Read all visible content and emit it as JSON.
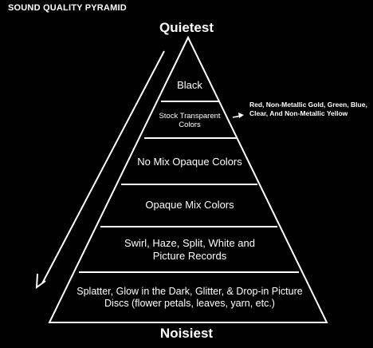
{
  "title": "SOUND QUALITY PYRAMID",
  "top_label": "Quietest",
  "bottom_label": "Noisiest",
  "tiers": [
    {
      "label": "Black"
    },
    {
      "label": "Stock Transparent Colors"
    },
    {
      "label": "No Mix Opaque Colors"
    },
    {
      "label": "Opaque Mix Colors"
    },
    {
      "label": "Swirl, Haze, Split, White and Picture Records"
    },
    {
      "label": "Splatter, Glow in the Dark, Glitter, & Drop-in Picture Discs (flower petals, leaves, yarn, etc.)"
    }
  ],
  "annotation": "Red, Non-Metallic Gold, Green, Blue, Clear, And Non-Metallic Yellow",
  "colors": {
    "background": "#000000",
    "stroke": "#ffffff",
    "text": "#ffffff"
  }
}
